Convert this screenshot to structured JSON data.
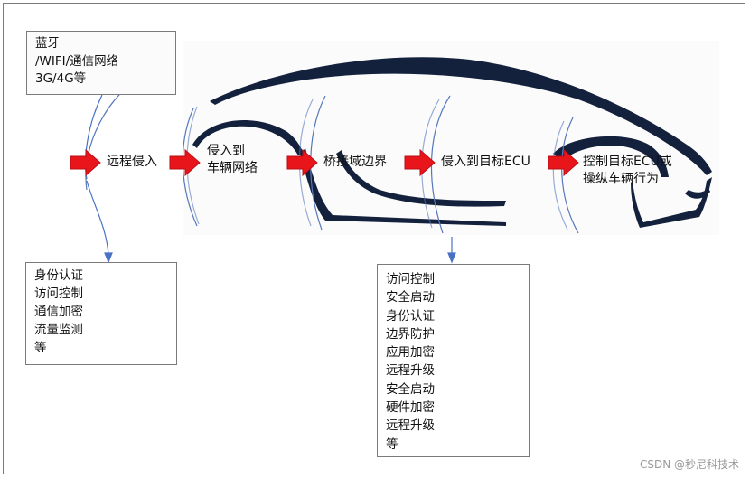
{
  "boxes": {
    "top": {
      "lines": [
        "蓝牙",
        "/WIFI/通信网络",
        "3G/4G等"
      ]
    },
    "left": {
      "lines": [
        "身份认证",
        "访问控制",
        "通信加密",
        "流量监测",
        "等"
      ]
    },
    "right": {
      "lines": [
        "访问控制",
        "安全启动",
        "身份认证",
        "边界防护",
        "应用加密",
        "远程升级",
        "安全启动",
        "硬件加密",
        "远程升级",
        "等"
      ]
    }
  },
  "stages": [
    {
      "lines": [
        "远程侵入"
      ]
    },
    {
      "lines": [
        "侵入到",
        "车辆网络"
      ]
    },
    {
      "lines": [
        "桥接域边界"
      ]
    },
    {
      "lines": [
        "侵入到目标ECU"
      ]
    },
    {
      "lines": [
        "控制目标ECU或",
        "操纵车辆行为"
      ]
    }
  ],
  "watermark": "CSDN @秒尼科技术",
  "colors": {
    "arrow": "#e8151b",
    "arrow_border": "#c0101a",
    "car": "#14213d",
    "connector": "#4a72c4",
    "arc": "#5577bb"
  }
}
